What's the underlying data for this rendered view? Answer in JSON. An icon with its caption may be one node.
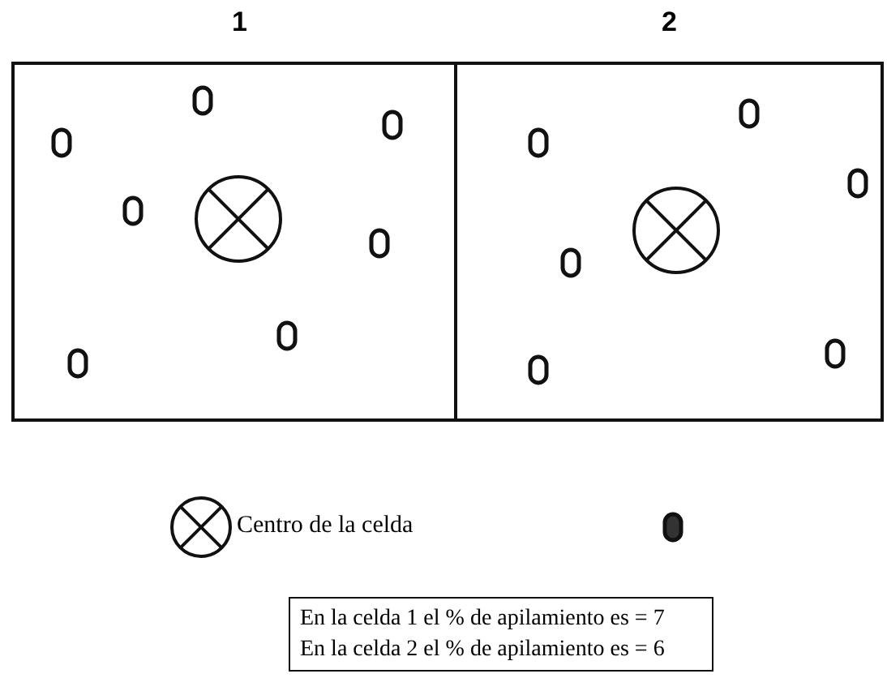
{
  "diagram": {
    "nodes": [
      {
        "text": [
          "1"
        ]
      },
      {
        "text": [
          "2"
        ]
      },
      {
        "text": [
          "En la celda 1 el % de apilamiento es = 7",
          "En la celda 2 el % de apilamiento es = 6"
        ]
      }
    ],
    "legend": [
      {
        "text": "Centro de la celda"
      }
    ]
  }
}
